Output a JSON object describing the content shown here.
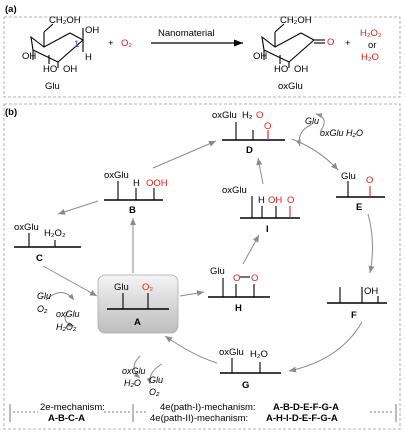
{
  "panel_a": {
    "label": "(a)",
    "glucose": {
      "ch2oh": "CH₂OH",
      "oh_anomeric": "OH",
      "h": "H",
      "c1": "1",
      "oh1": "OH",
      "ho": "HO",
      "oh2": "OH",
      "name": "Glu"
    },
    "plus1": "+",
    "o2": "O₂",
    "arrow_label": "Nanomaterial",
    "gluconolactone": {
      "ch2oh": "CH₂OH",
      "o_carbonyl": "O",
      "oh1": "OH",
      "ho": "HO",
      "oh2": "OH",
      "name": "oxGlu"
    },
    "plus2": "+",
    "h2o2": "H₂O₂",
    "or": "or",
    "h2o": "H₂O"
  },
  "panel_b": {
    "label": "(b)",
    "nodes": {
      "A": {
        "letter": "A",
        "left": "Glu",
        "right": "O₂"
      },
      "B": {
        "letter": "B",
        "left": "oxGlu",
        "mid": "H",
        "right": "OOH"
      },
      "C": {
        "letter": "C",
        "left": "oxGlu",
        "right": "H₂O₂"
      },
      "D": {
        "letter": "D",
        "left": "oxGlu",
        "h2": "H₂",
        "o": "O",
        "o2": "O"
      },
      "E": {
        "letter": "E",
        "left": "Glu",
        "right": "O"
      },
      "F": {
        "letter": "F",
        "right": "OH"
      },
      "G": {
        "letter": "G",
        "left": "oxGlu",
        "right": "H₂O"
      },
      "H": {
        "letter": "H",
        "left": "Glu",
        "o1": "O",
        "o2": "O"
      },
      "I": {
        "letter": "I",
        "left": "oxGlu",
        "h": "H",
        "oh": "OH",
        "o": "O"
      }
    },
    "side_labels": {
      "d_glu": "Glu",
      "d_out": "oxGlu H₂O",
      "ca_glu": "Glu",
      "ca_o2": "O₂",
      "ca_oxglu": "oxGlu",
      "ca_h2o2": "H₂O₂",
      "g_oxglu": "oxGlu",
      "g_h2o": "H₂O",
      "g_glu": "Glu",
      "g_o2": "O₂"
    },
    "mechanisms": {
      "m2e_title": "2e-mechanism:",
      "m2e_path": "A-B-C-A",
      "m4e1_title": "4e(path-I)-mechanism:",
      "m4e1_path": "A-B-D-E-F-G-A",
      "m4e2_title": "4e(path-II)-mechanism:",
      "m4e2_path": "A-H-I-D-E-F-G-A"
    }
  },
  "colors": {
    "accent_red": "#e0201b",
    "carbon_label_blue": "#1a3fd0",
    "arrow_gray": "#8a8a8a"
  }
}
